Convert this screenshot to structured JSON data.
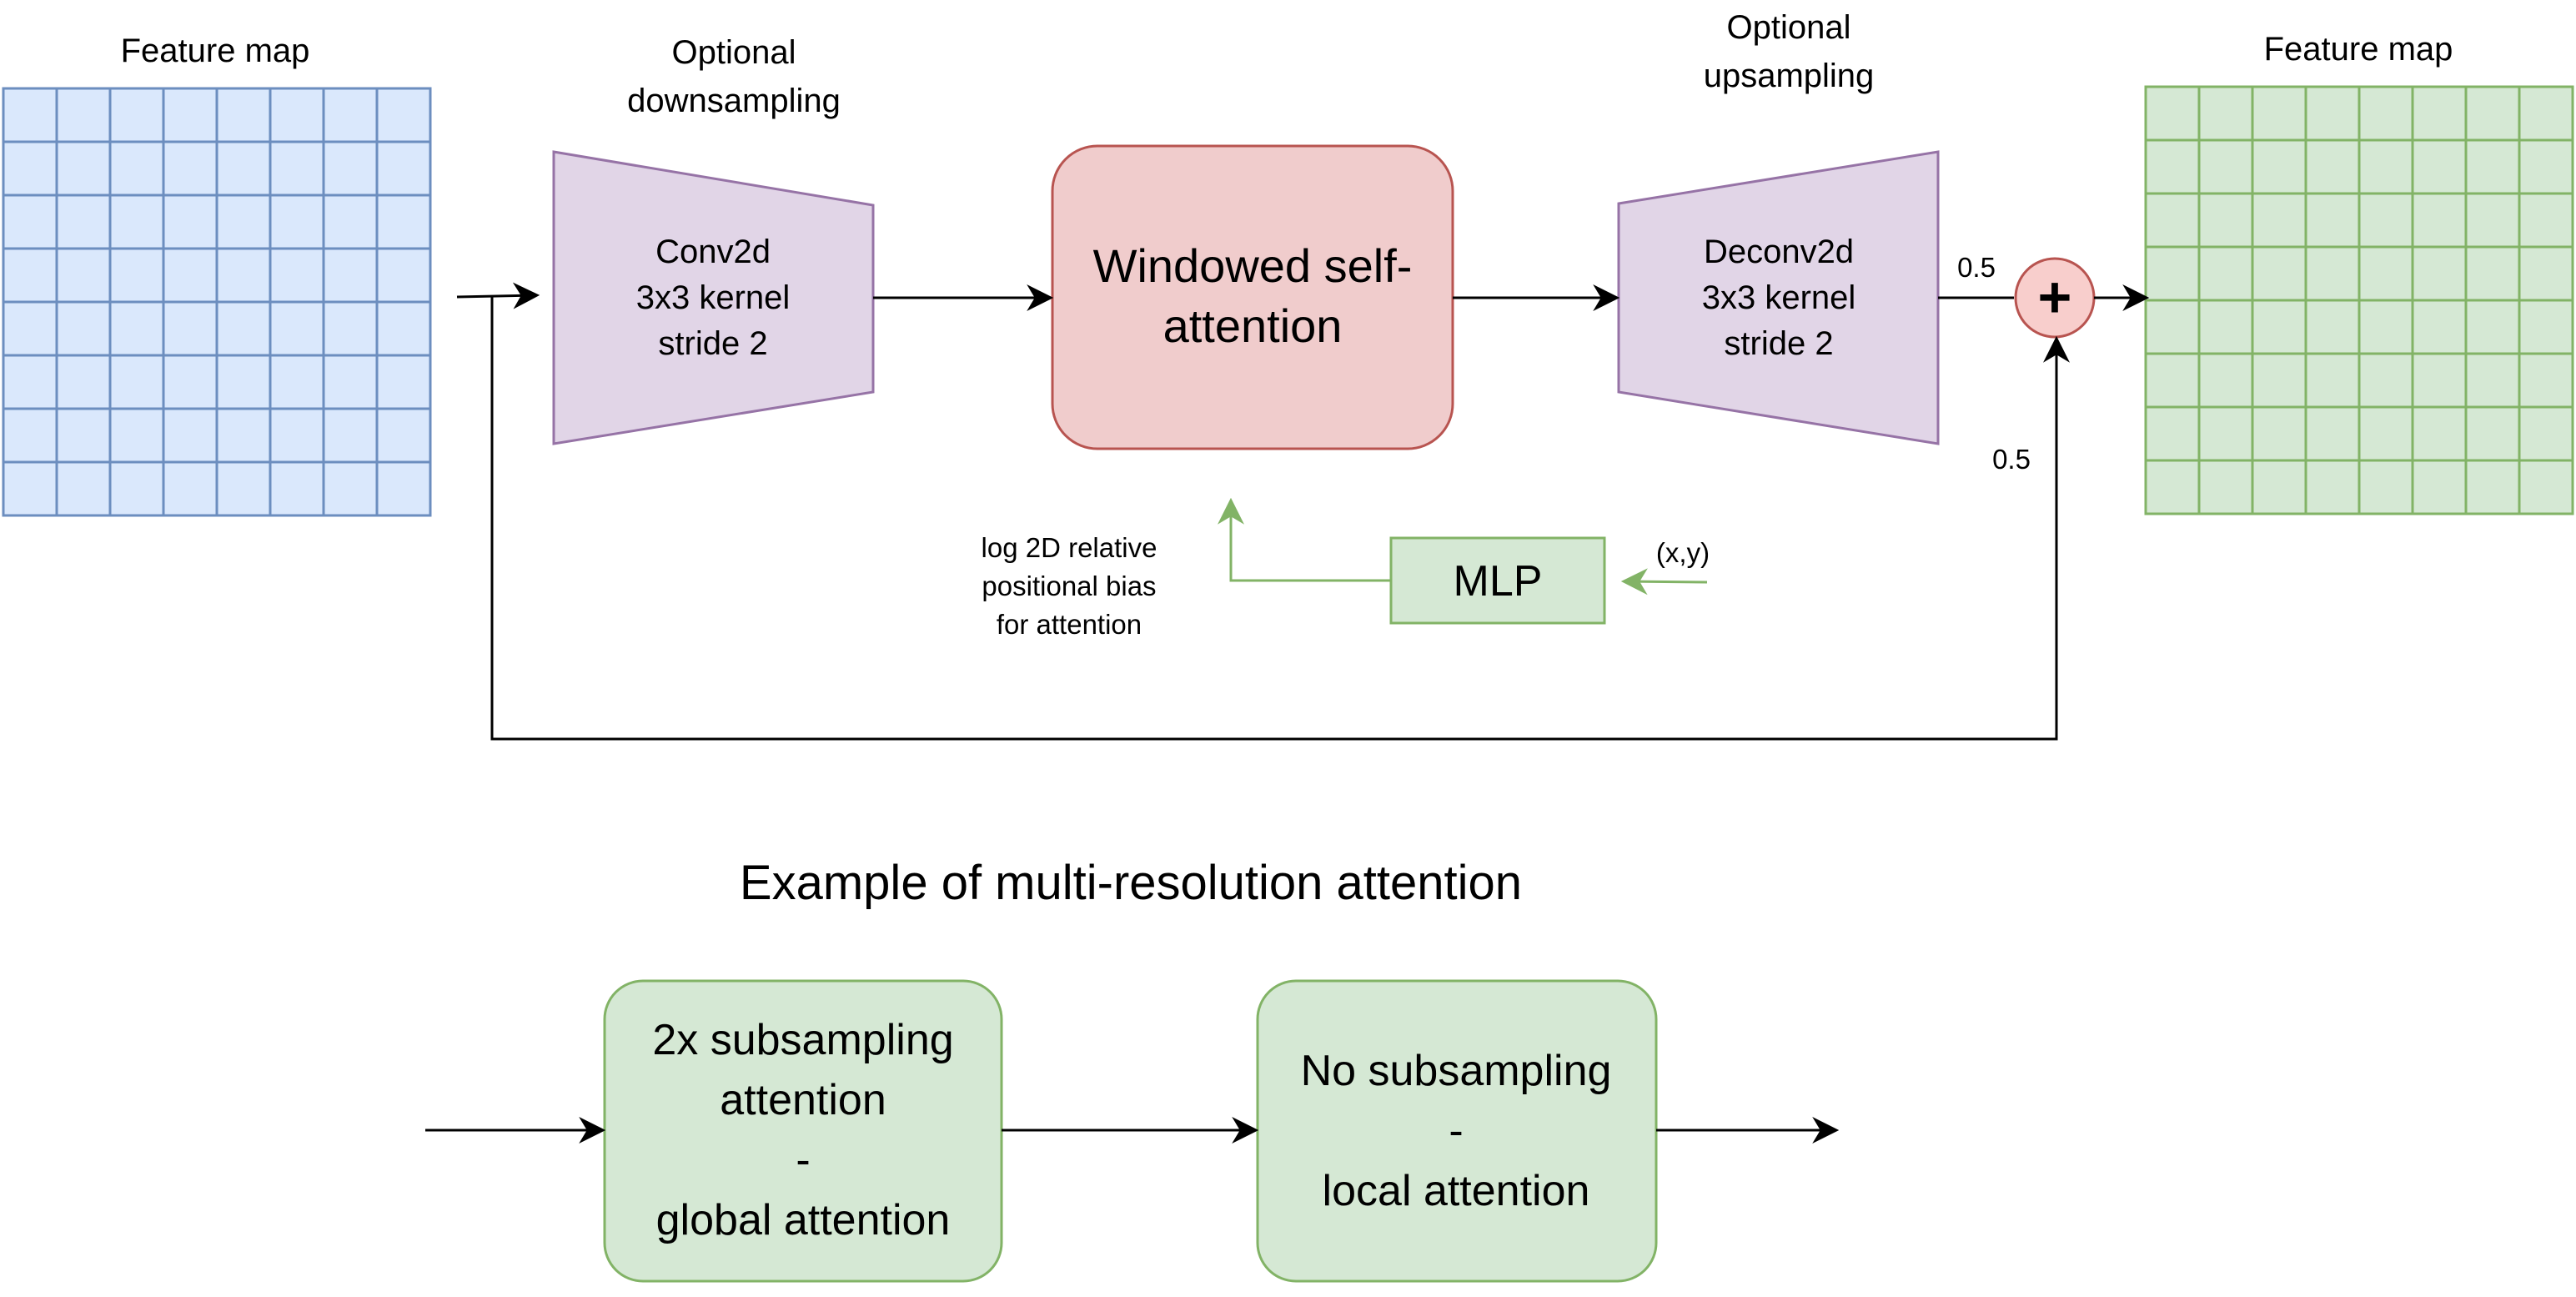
{
  "colors": {
    "input_grid_fill": "#dae8fc",
    "input_grid_stroke": "#6c8ebf",
    "output_grid_fill": "#d5e8d4",
    "output_grid_stroke": "#82b366",
    "conv_fill": "#e1d5e7",
    "conv_stroke": "#9673a6",
    "attention_fill": "#f0cccc",
    "attention_stroke": "#b85450",
    "green_box_fill": "#d5e8d4",
    "green_box_stroke": "#82b366",
    "plus_fill": "#f8cecc",
    "plus_stroke": "#b85450",
    "arrow": "#000000",
    "green_arrow": "#82b366"
  },
  "grid": {
    "rows": 8,
    "cols": 8
  },
  "input_map": {
    "title": "Feature map"
  },
  "output_map": {
    "title": "Feature map"
  },
  "downsample": {
    "caption_line1": "Optional",
    "caption_line2": "downsampling",
    "line1": "Conv2d",
    "line2": "3x3 kernel",
    "line3": "stride 2"
  },
  "attention": {
    "line1": "Windowed self-",
    "line2": "attention"
  },
  "upsample": {
    "caption_line1": "Optional",
    "caption_line2": "upsampling",
    "line1": "Deconv2d",
    "line2": "3x3 kernel",
    "line3": "stride 2"
  },
  "combine": {
    "symbol": "+",
    "weight_main": "0.5",
    "weight_skip": "0.5"
  },
  "mlp": {
    "label": "MLP",
    "input_label": "(x,y)",
    "bias_line1": "log 2D relative",
    "bias_line2": "positional bias",
    "bias_line3": "for attention"
  },
  "example": {
    "title": "Example of multi-resolution attention",
    "box1_line1": "2x subsampling",
    "box1_line2": "attention",
    "box1_line3": "-",
    "box1_line4": "global attention",
    "box2_line1": "No subsampling",
    "box2_line2": "-",
    "box2_line3": "local attention"
  }
}
